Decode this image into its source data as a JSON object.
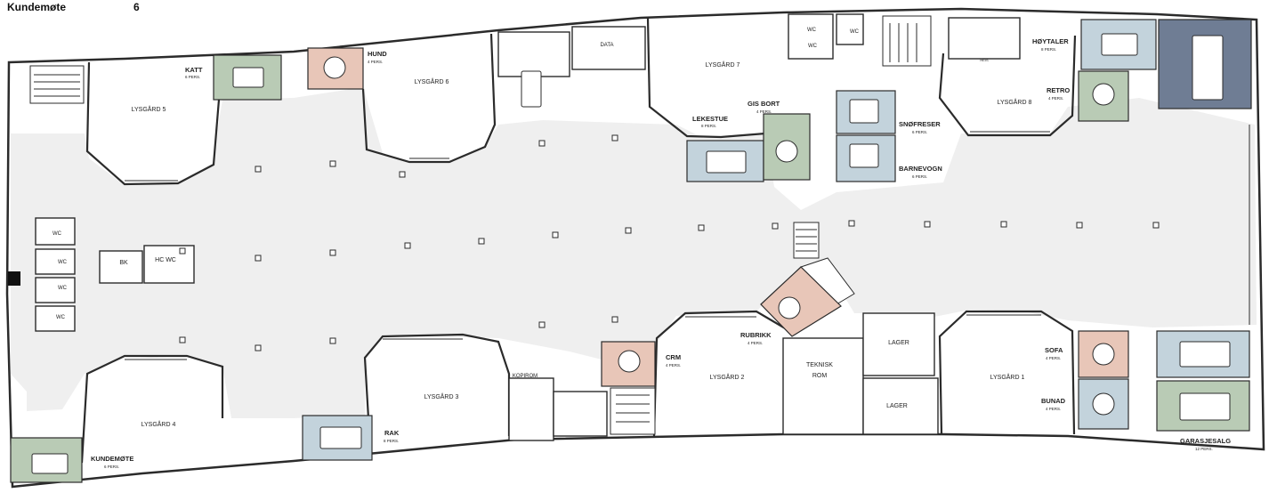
{
  "header": {
    "room": "Kundemøte",
    "capacity": "6"
  },
  "colors": {
    "floor": "#efefef",
    "wall": "#2b2b2b",
    "green": "#b9cbb5",
    "salmon": "#e8c6b8",
    "blue": "#c3d3dc",
    "navy": "#6f7d94"
  },
  "meeting_rooms": {
    "katt": {
      "name": "KATT",
      "cap": "6 PERS."
    },
    "hund": {
      "name": "HUND",
      "cap": "4 PERS."
    },
    "lekestue": {
      "name": "LEKESTUE",
      "cap": "8 PERS."
    },
    "gis_bort": {
      "name": "GIS BORT",
      "cap": "4 PERS."
    },
    "snofreser": {
      "name": "SNØFRESER",
      "cap": "6 PERS."
    },
    "barnevogn": {
      "name": "BARNEVOGN",
      "cap": "6 PERS."
    },
    "hoytaler": {
      "name": "HØYTALER",
      "cap": "8 PERS."
    },
    "retro": {
      "name": "RETRO",
      "cap": "4 PERS."
    },
    "rubrikk": {
      "name": "RUBRIKK",
      "cap": "4 PERS."
    },
    "crm": {
      "name": "CRM",
      "cap": "4 PERS."
    },
    "rak": {
      "name": "RAK",
      "cap": "8 PERS."
    },
    "kundemote": {
      "name": "KUNDEMØTE",
      "cap": "6 PERS."
    },
    "sofa": {
      "name": "SOFA",
      "cap": "4 PERS."
    },
    "bunad": {
      "name": "BUNAD",
      "cap": "4 PERS."
    },
    "garasjesalg": {
      "name": "GARASJESALG",
      "cap": "12 PERS."
    }
  },
  "areas": {
    "lysgard1": "LYSGÅRD 1",
    "lysgard2": "LYSGÅRD 2",
    "lysgard3": "LYSGÅRD 3",
    "lysgard4": "LYSGÅRD 4",
    "lysgard5": "LYSGÅRD 5",
    "lysgard6": "LYSGÅRD 6",
    "lysgard7": "LYSGÅRD 7",
    "lysgard8": "LYSGÅRD 8",
    "data": "DATA",
    "kopirom": "KOPIROM",
    "teknisk1": "TEKNISK",
    "teknisk2": "ROM",
    "lager1": "LAGER",
    "lager2": "LAGER",
    "bk": "BK",
    "hcwc": "HC WC",
    "wc": "WC",
    "heis": "HEIS"
  }
}
